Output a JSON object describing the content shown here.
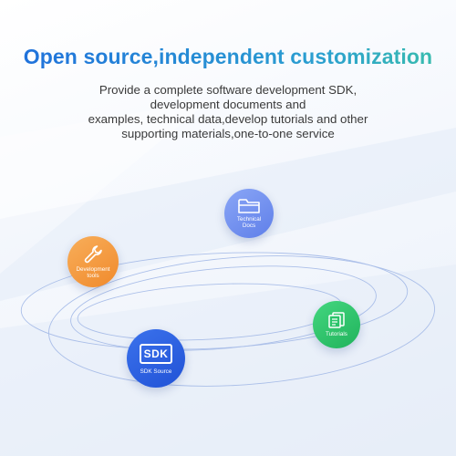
{
  "headline": "Open source,independent customization",
  "description": {
    "line1": "Provide a complete software development SDK,",
    "line2": "development documents and",
    "line3": "examples, technical data,develop tutorials and other",
    "line4": "supporting materials,one-to-one service"
  },
  "nodes": {
    "technical_docs": {
      "label": "Technical Docs",
      "color": "#6e8df0",
      "icon": "folder-icon"
    },
    "development_tools": {
      "label": "Development tools",
      "color": "#f59a3c",
      "icon": "wrench-icon"
    },
    "tutorials": {
      "label": "Tutorials",
      "color": "#2bc46a",
      "icon": "document-stack-icon"
    },
    "sdk_source": {
      "label": "SDK Source",
      "icon_text": "SDK",
      "color": "#2c5ddd"
    }
  },
  "colors": {
    "headline_start": "#1f6fdc",
    "headline_end": "#3bc1a9",
    "ring": "#9fb6e6",
    "body_text": "#3a3a3a"
  }
}
